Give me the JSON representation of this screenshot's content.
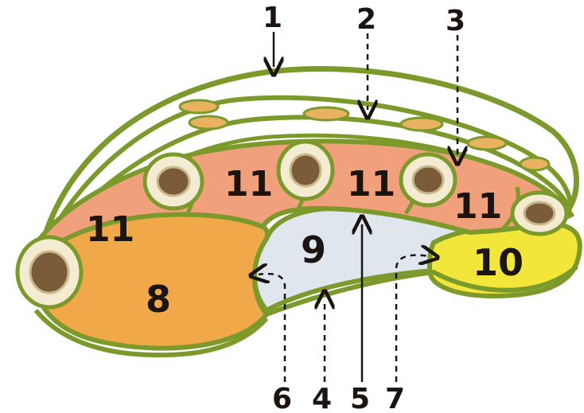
{
  "diagram": {
    "callouts": [
      {
        "id": "c1",
        "label": "1"
      },
      {
        "id": "c2",
        "label": "2"
      },
      {
        "id": "c3",
        "label": "3"
      },
      {
        "id": "c4",
        "label": "4"
      },
      {
        "id": "c5",
        "label": "5"
      },
      {
        "id": "c6",
        "label": "6"
      },
      {
        "id": "c7",
        "label": "7"
      }
    ],
    "regions": [
      {
        "id": "r8",
        "label": "8"
      },
      {
        "id": "r9",
        "label": "9"
      },
      {
        "id": "r10",
        "label": "10"
      },
      {
        "id": "r11a",
        "label": "11"
      },
      {
        "id": "r11b",
        "label": "11"
      },
      {
        "id": "r11c",
        "label": "11"
      },
      {
        "id": "r11d",
        "label": "11"
      }
    ],
    "colors": {
      "outline": "#7c9a2b",
      "salmon": "#f0a07a",
      "orange": "#f0a848",
      "light_blue": "#dfe6ee",
      "yellow": "#f2e63a",
      "bone": "#f3ecd2",
      "bone_inner": "#7a5c3a",
      "oval": "#e8b260",
      "text": "#1c1410"
    }
  }
}
